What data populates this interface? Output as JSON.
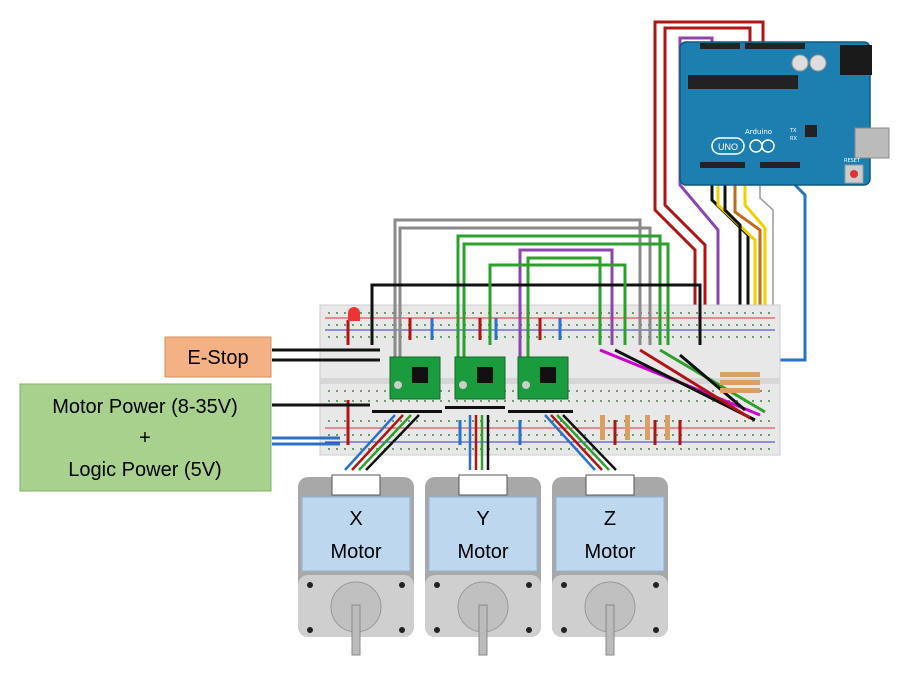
{
  "labels": {
    "estop": "E-Stop",
    "power_line1": "Motor Power (8-35V)",
    "power_plus": "+",
    "power_line2": "Logic Power (5V)"
  },
  "motors": [
    {
      "axis": "X",
      "label": "Motor"
    },
    {
      "axis": "Y",
      "label": "Motor"
    },
    {
      "axis": "Z",
      "label": "Motor"
    }
  ],
  "arduino": {
    "board_label": "UNO",
    "brand": "Arduino",
    "reset_label": "RESET",
    "tx_label": "TX",
    "rx_label": "RX"
  },
  "colors": {
    "estop_box": "#f4b183",
    "power_box": "#a9d18e",
    "motor_label_box": "#bdd7ee",
    "arduino_board": "#1c7fb0",
    "driver_board": "#1a9c3e",
    "breadboard": "#e8e8e8",
    "wire_red": "#b01515",
    "wire_black": "#111111",
    "wire_blue": "#2a72c8",
    "wire_green": "#2ca02c",
    "wire_grey": "#8a8a8a",
    "wire_purple": "#8e44ad",
    "wire_yellow": "#f0d000",
    "wire_orange": "#c06a1a"
  }
}
